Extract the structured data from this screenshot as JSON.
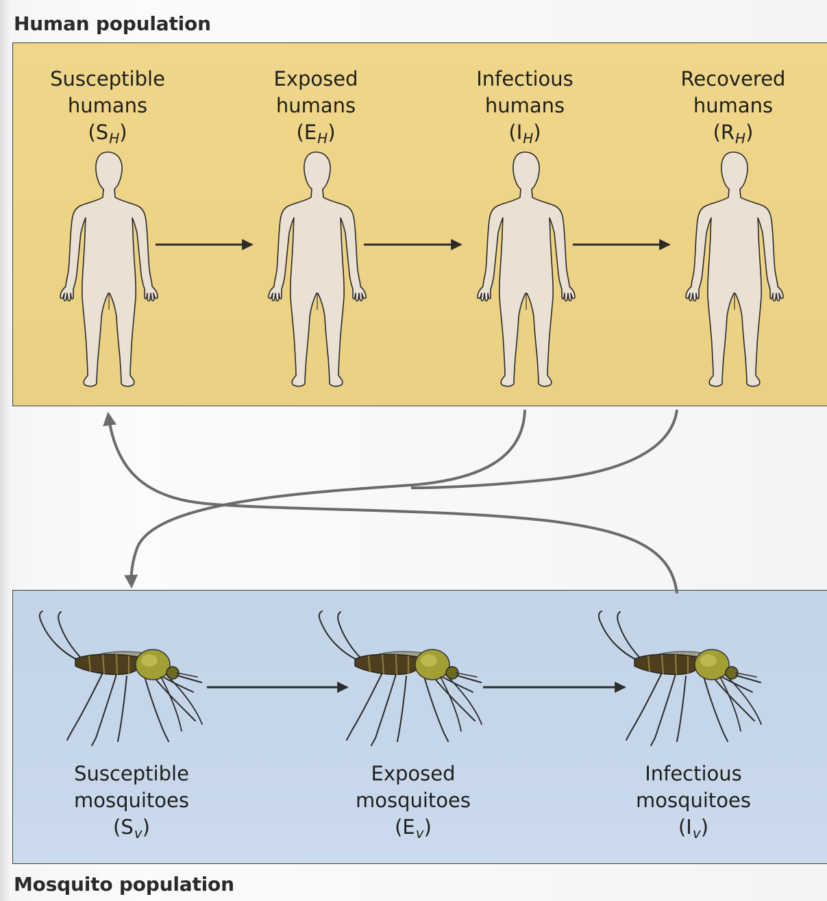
{
  "human_population": {
    "title": "Human population",
    "stages": [
      {
        "line1": "Susceptible",
        "line2": "humans",
        "base": "S",
        "sub": "H"
      },
      {
        "line1": "Exposed",
        "line2": "humans",
        "base": "E",
        "sub": "H"
      },
      {
        "line1": "Infectious",
        "line2": "humans",
        "base": "I",
        "sub": "H"
      },
      {
        "line1": "Recovered",
        "line2": "humans",
        "base": "R",
        "sub": "H"
      }
    ]
  },
  "mosquito_population": {
    "title": "Mosquito population",
    "stages": [
      {
        "line1": "Susceptible",
        "line2": "mosquitoes",
        "base": "S",
        "sub": "v"
      },
      {
        "line1": "Exposed",
        "line2": "mosquitoes",
        "base": "E",
        "sub": "v"
      },
      {
        "line1": "Infectious",
        "line2": "mosquitoes",
        "base": "I",
        "sub": "v"
      }
    ]
  },
  "colors": {
    "human_panel": "#ecd385",
    "mosquito_panel": "#c6d6ea",
    "figure_fill": "#eae0d4",
    "figure_stroke": "#2a2a2a",
    "arrow": "#2b2b2b",
    "curve": "#6b6b6b",
    "mosquito_thorax": "#8c8a2a",
    "mosquito_abdomen": "#4d3e1e"
  },
  "icons": [
    "human-figure-icon",
    "mosquito-icon",
    "arrow-icon"
  ]
}
